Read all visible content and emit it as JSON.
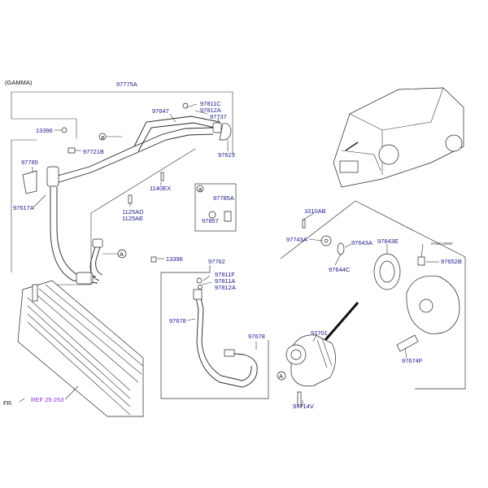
{
  "header": {
    "variant": "(GAMMA)"
  },
  "direction": {
    "label": "FR."
  },
  "reference": {
    "label": "REF 25-253"
  },
  "callouts": {
    "a": "a",
    "A": "A"
  },
  "parts": {
    "p97775A": "97775A",
    "p13396_top": "13396",
    "p97721B": "97721B",
    "p97647": "97647",
    "p97811C": "97811C",
    "p97812A_top": "97812A",
    "p97737": "97737",
    "p97623": "97623",
    "p97785": "97785",
    "p97617A": "97617A",
    "p1140EX": "1140EX",
    "p1125AD": "1125AD",
    "p1125AE": "1125AE",
    "p97785A": "97785A",
    "p97857": "97857",
    "p13396_mid": "13396",
    "p97762": "97762",
    "p97811F": "97811F",
    "p97811A": "97811A",
    "p97812A_mid": "97812A",
    "p97678_left": "97678",
    "p97678_right": "97678",
    "p97701": "97701",
    "p97714V": "97714V",
    "p1010AB": "1010AB",
    "p97743A": "97743A",
    "p97643A": "97643A",
    "p97643E": "97643E",
    "p97644C": "97644C",
    "p97652B": "97652B",
    "p97674F": "97674F",
    "p97660": "97660-29000"
  },
  "colors": {
    "label": "#1a1a8c",
    "line": "#333333",
    "ref": "#8a2be2"
  }
}
